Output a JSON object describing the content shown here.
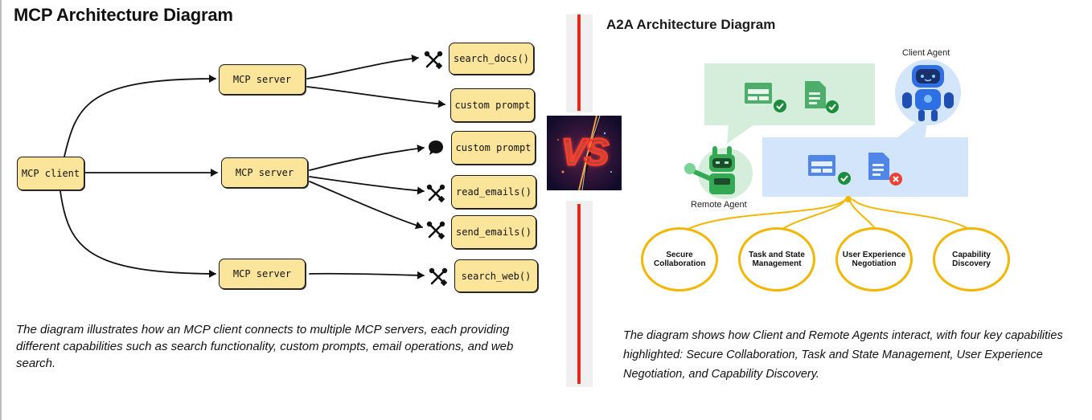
{
  "mcp": {
    "title": "MCP Architecture Diagram",
    "client_label": "MCP client",
    "servers": [
      "MCP server",
      "MCP server",
      "MCP server"
    ],
    "capabilities": [
      {
        "label": "search_docs()",
        "icon": "tools-icon"
      },
      {
        "label": "custom prompt",
        "icon": "none"
      },
      {
        "label": "custom prompt",
        "icon": "speech-bubble-icon"
      },
      {
        "label": "read_emails()",
        "icon": "tools-icon"
      },
      {
        "label": "send_emails()",
        "icon": "tools-icon"
      },
      {
        "label": "search_web()",
        "icon": "tools-icon"
      }
    ],
    "caption": "The diagram illustrates how an MCP client connects to multiple MCP servers, each providing different capabilities such as search functionality, custom prompts, email operations, and web search."
  },
  "vs": {
    "text": "VS"
  },
  "a2a": {
    "title": "A2A Architecture Diagram",
    "client_agent_label": "Client Agent",
    "remote_agent_label": "Remote Agent",
    "capabilities": [
      "Secure Collaboration",
      "Task and State Management",
      "User Experience Negotiation",
      "Capability Discovery"
    ],
    "caption": "The diagram shows how Client and Remote Agents interact, with four key capabilities highlighted: Secure Collaboration, Task and State Management, User Experience Negotiation, and Capability Discovery."
  },
  "colors": {
    "node_fill": "#fbe59a",
    "divider_red": "#e52a1e",
    "capability_ring": "#f2b705",
    "green_bubble": "#d5eedb",
    "blue_bubble": "#d3e5fb",
    "robot_blue": "#2f6fe4",
    "remote_green": "#34a853"
  }
}
